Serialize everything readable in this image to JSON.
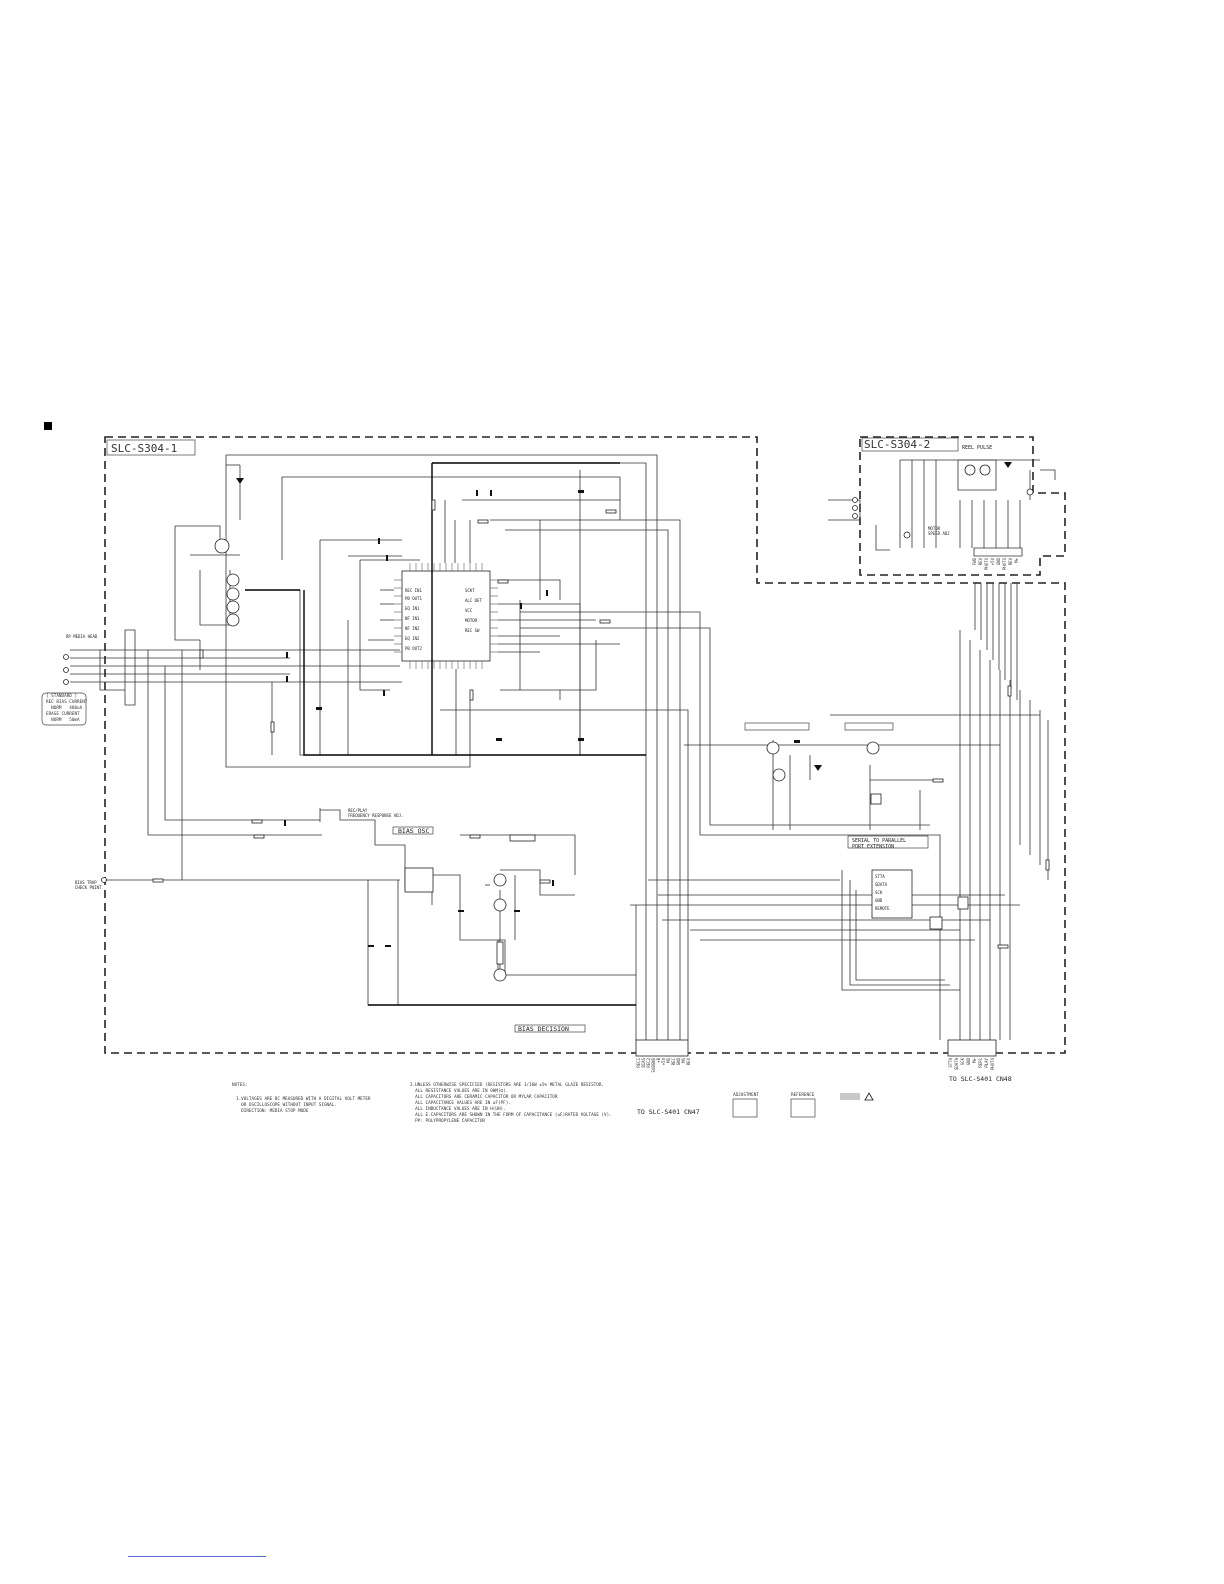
{
  "boards": {
    "main": "SLC-S304-1",
    "reel": "SLC-S304-2"
  },
  "blocks": {
    "reel_pulse": "REEL PULSE",
    "motor_speed": "MOTOR\nSPEED ADJ",
    "bias_osc": "BIAS OSC",
    "bias_decision": "BIAS DECISION",
    "rec_play_adj": "REC/PLAY\nFREQUENCY RESPONSE ADJ.",
    "serial_parallel": "SERIAL TO PARALLEL\nPORT EXTENSION",
    "to_cn47": "TO SLC-S401 CN47",
    "to_cn48": "TO SLC-S401 CN48",
    "rp_head": "RP MEDIA HEAD",
    "bias_trap": "BIAS TRAP\nCHECK POINT",
    "bias_current_box": "[ STANDARD ]\nREC BIAS CURRENT\n  NORM   480uA\nERASE CURRENT\n  NORM   50mA"
  },
  "notes": {
    "title": "NOTES:",
    "note1": "1.VOLTAGES ARE DC MEASURED WITH A DIGITAL VOLT METER\n  OR OSCILLOSCOPE WITHOUT INPUT SIGNAL.\n  DIRECTION: MEDIA STOP MODE",
    "note2": "2.UNLESS OTHERWISE SPECIFIED (RESISTORS ARE 1/16W ±5% METAL GLAZE RESISTOR.\n  ALL RESISTANCE VALUES ARE IN OHM(Ω).\n  ALL CAPACITORS ARE CERAMIC CAPACITOR OR MYLAR CAPACITOR\n  ALL CAPACITANCE VALUES ARE IN uF(PF).\n  ALL INDUCTANCE VALUES ARE IN H(UH).\n  ALL E.CAPACITORS ARE SHOWN IN THE FORM OF CAPACITANCE (uF)RATED VOLTAGE (V).\n  PP: POLYPROPYLENE CAPACITOR"
  },
  "legends": {
    "legend_a": "ADJUSTMENT",
    "legend_b": "REFERENCE"
  },
  "connector_cn47": [
    "REC1",
    "BIAS",
    "REC2",
    "SUBGND",
    "+B",
    "+5V",
    "MS",
    "REC",
    "GND",
    "MS",
    "REV"
  ],
  "connector_cn48": [
    "STTA",
    "SDATA",
    "SCK",
    "GND",
    "M+",
    "REP1",
    "PLAY",
    "PHOTO"
  ],
  "reel_connector": [
    "FWD",
    "REV",
    "PHOTO",
    "+5V",
    "GND",
    "PHOTO",
    "REV",
    "M+"
  ],
  "colors": {
    "line": "#333333",
    "frame": "#222222",
    "safety_gray": "#c8c8c8"
  }
}
